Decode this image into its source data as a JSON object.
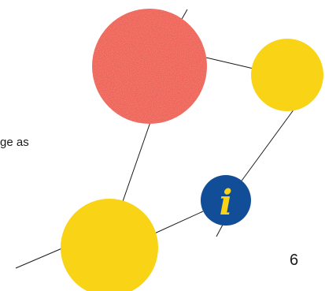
{
  "text_fragment": "ge as",
  "page_number": "6",
  "info_glyph": "i",
  "colors": {
    "red_node": "#ee4a35",
    "yellow_node": "#f8d316",
    "blue_node": "#124e97",
    "info_letter": "#f8d316",
    "lines": "#1a1a1a",
    "text": "#1a1a1a"
  },
  "icons": {
    "info": "info-icon"
  }
}
